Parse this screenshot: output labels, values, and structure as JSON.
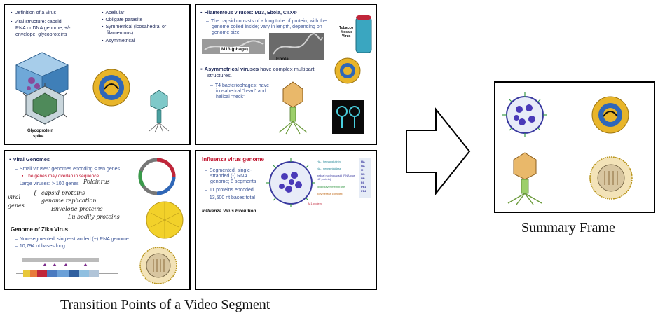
{
  "slides": {
    "top_left": {
      "col1": [
        "Definition of a virus",
        "Viral structure:  capsid,",
        "RNA or DNA genome, +/-",
        "envelope, glycoproteins"
      ],
      "col2": [
        "Acellular",
        "Obligate parasite",
        "Symmetrical (icosahedral or",
        "filamentous)",
        "Asymmetrical"
      ],
      "label_glycoprotein": "Glycoprotein",
      "label_spike": "spike"
    },
    "top_right": {
      "title": "Filamentous viruses:  M13, Ebola, CTXΦ",
      "desc": [
        "The capsid consists of a long tube of protein, with the",
        "genome coiled inside; vary in length, depending on",
        "genome size"
      ],
      "label_m13": "M13 (phage)",
      "label_ebola": "Ebola",
      "label_tobacco": [
        "Tobacco",
        "Mosaic",
        "Virus"
      ],
      "asym_title": "Asymmetrical viruses",
      "asym_rest": " have complex multipart",
      "asym_line2": "structures.",
      "t4": [
        "T4 bacteriophages:  have",
        "icosahedral “head” and",
        "helical “neck”"
      ]
    },
    "bottom_left": {
      "title": "Viral Genomes",
      "small": "Small viruses:  genomes encoding ≤ ten genes",
      "overlap": "The genes may overlap in sequence",
      "large": "Large viruses:  > 100 genes",
      "hand_poly": "Polcinrus",
      "hand_lines": [
        "viral",
        "genes",
        "capsid proteins",
        "genome replication",
        "Envelope proteins",
        "Lu bodily proteins"
      ],
      "zika_title": "Genome of Zika Virus",
      "zika_1": "Non-segmented, single-stranded (+) RNA genome",
      "zika_2": "10,794 nt bases long"
    },
    "bottom_right": {
      "title": "Influenza virus genome",
      "points": [
        "Segmented, single-",
        "stranded (-) RNA",
        "genome; 8 segments",
        "11 proteins encoded",
        "13,500 nt bases total"
      ],
      "evolution": "Influenza Virus Evolution",
      "legend": [
        "HA - hemagglutinin",
        "NA - neuraminidase",
        "helical nucleocapsid (RNA plus",
        "NP protein)",
        "lipid bilayer membrane",
        "polymerase complex",
        "M1 protein"
      ],
      "side_labels": [
        "HA",
        "NA",
        "M",
        "NS",
        "NP",
        "PA",
        "PB1",
        "PB2"
      ]
    }
  },
  "arrow": {
    "color": "#000000"
  },
  "summary": {
    "caption": "Summary Frame"
  },
  "main_caption": "Transition Points of a Video Segment"
}
